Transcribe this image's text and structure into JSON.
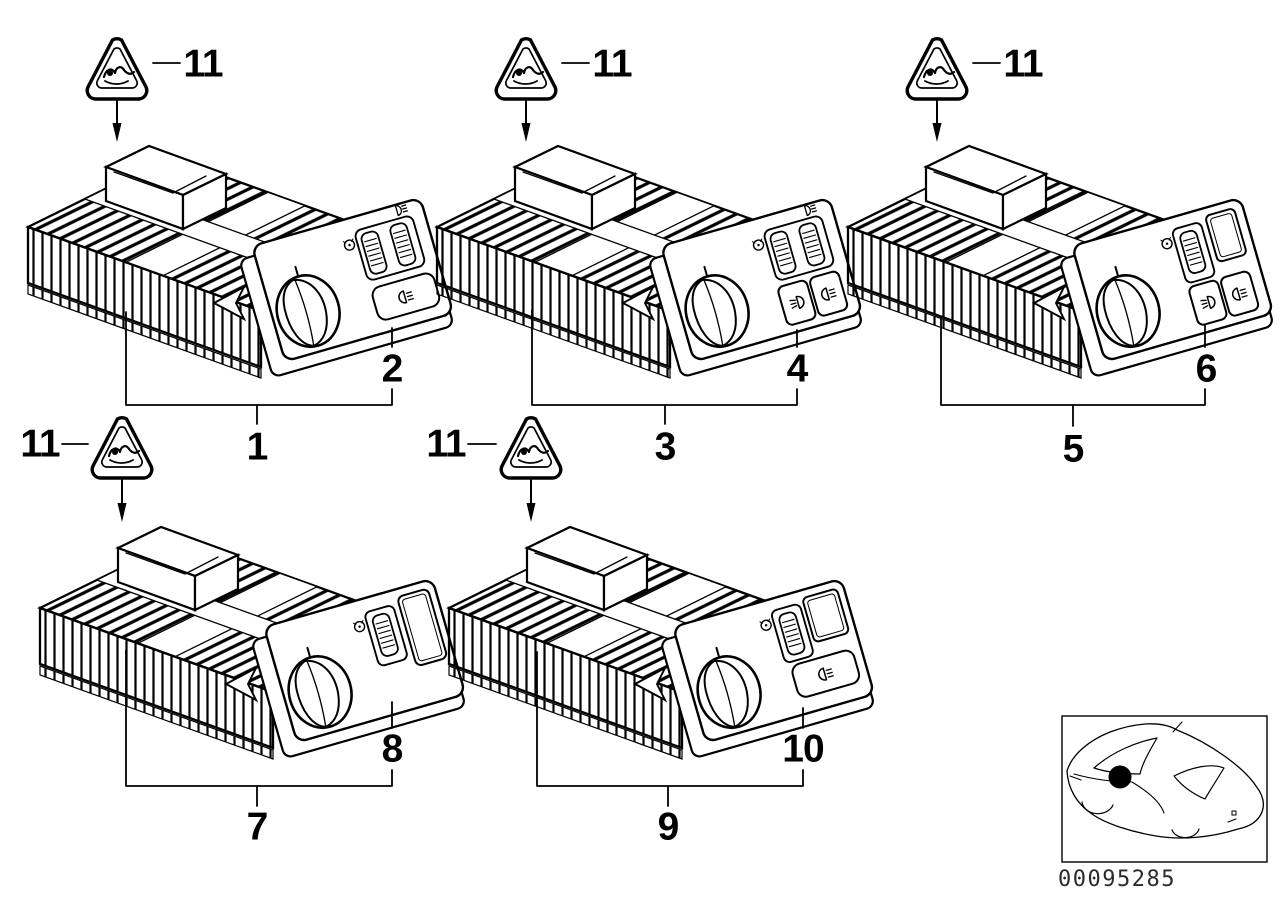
{
  "diagram": {
    "type": "parts-catalog-exploded-diagram",
    "subject": "headlight switch control units",
    "part_number": "00095285",
    "warning_label": {
      "callout": "11",
      "icon": "pinch-hazard-triangle"
    },
    "units": [
      {
        "name": "switch-unit-variant-1",
        "assembly_callout": "1",
        "faceplate_callout": "2",
        "warning_label_callout": "11",
        "controls": "rotary knob, 2 thumbwheels, rear fog lamp button"
      },
      {
        "name": "switch-unit-variant-2",
        "assembly_callout": "3",
        "faceplate_callout": "4",
        "warning_label_callout": "11",
        "controls": "rotary knob, 2 thumbwheels, front and rear fog lamp buttons"
      },
      {
        "name": "switch-unit-variant-3",
        "assembly_callout": "5",
        "faceplate_callout": "6",
        "warning_label_callout": "11",
        "controls": "rotary knob, 1 thumbwheel, front and rear fog lamp buttons"
      },
      {
        "name": "switch-unit-variant-4",
        "assembly_callout": "7",
        "faceplate_callout": "8",
        "warning_label_callout": "11",
        "controls": "rotary knob, 1 thumbwheel"
      },
      {
        "name": "switch-unit-variant-5",
        "assembly_callout": "9",
        "faceplate_callout": "10",
        "warning_label_callout": "11",
        "controls": "rotary knob, 1 thumbwheel, rear fog lamp button"
      }
    ],
    "car_locator": {
      "marker": "part-location-dot",
      "view": "sedan front-left three-quarter"
    }
  }
}
